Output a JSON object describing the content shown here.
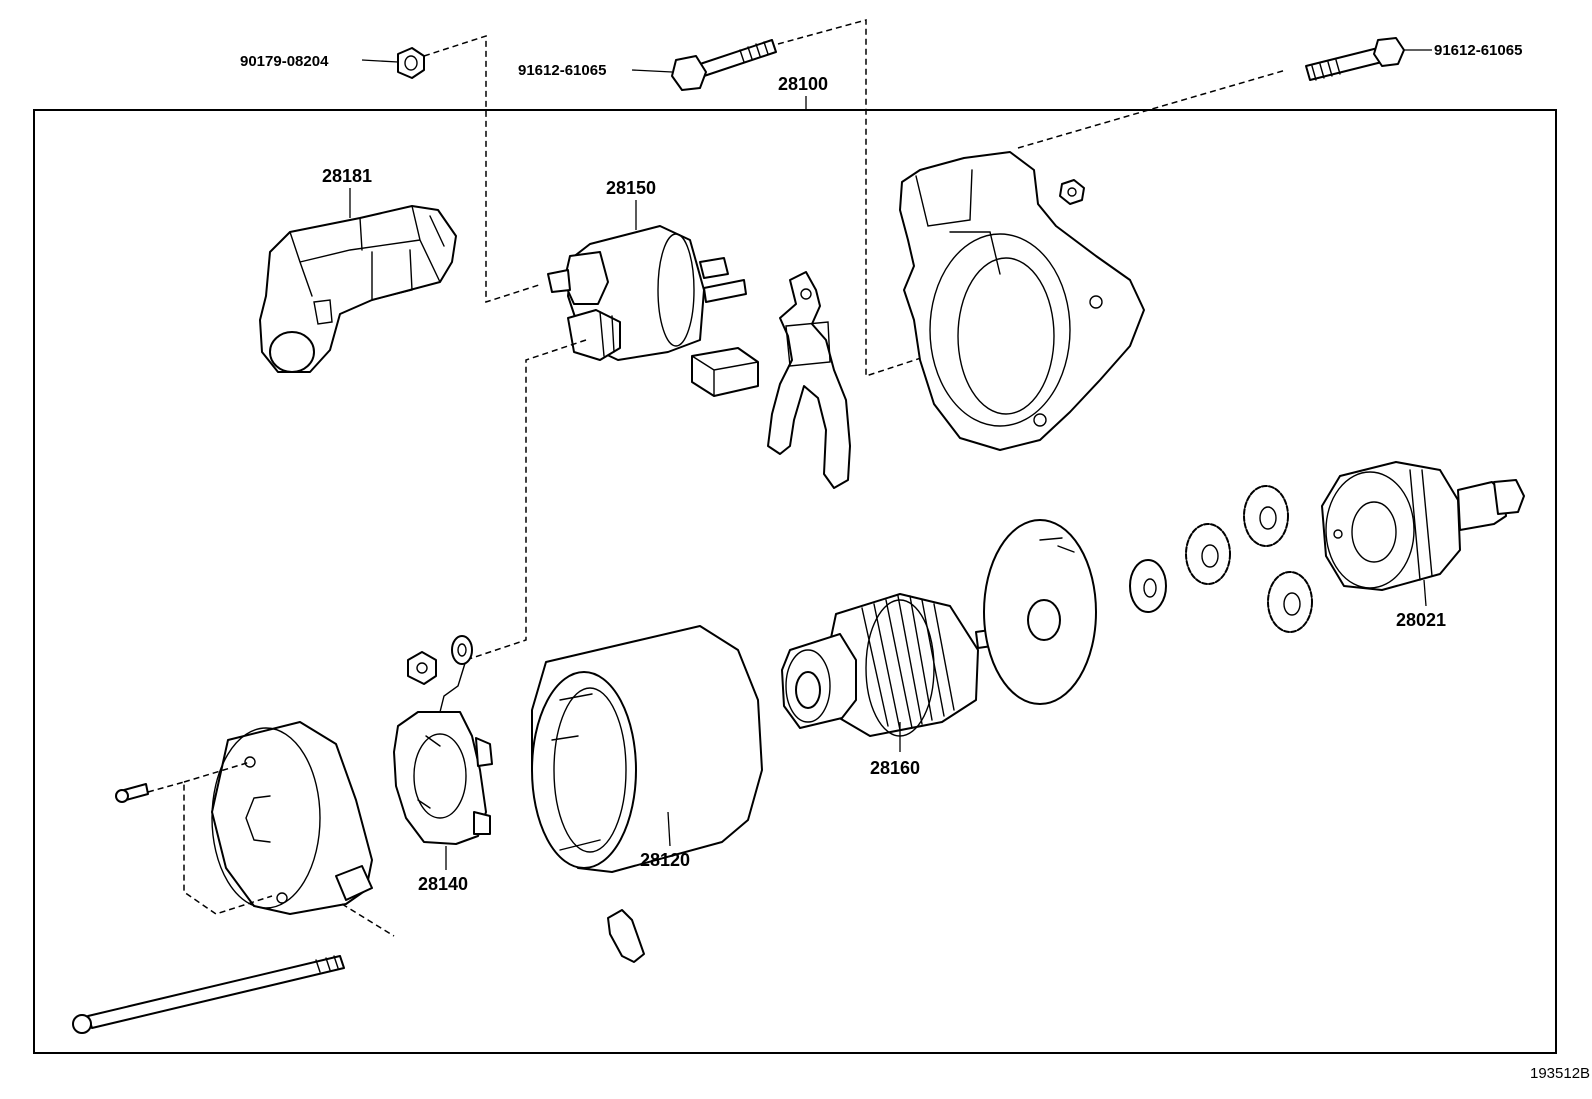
{
  "diagram": {
    "labels": {
      "nut_90179": "90179-08204",
      "bolt_91612_left": "91612-61065",
      "bolt_91612_right": "91612-61065",
      "starter_assy": "28100",
      "cover_28181": "28181",
      "switch_28150": "28150",
      "yoke_28120": "28120",
      "brush_holder_28140": "28140",
      "armature_28160": "28160",
      "clutch_28021": "28021"
    },
    "figure_id": "193512B"
  }
}
